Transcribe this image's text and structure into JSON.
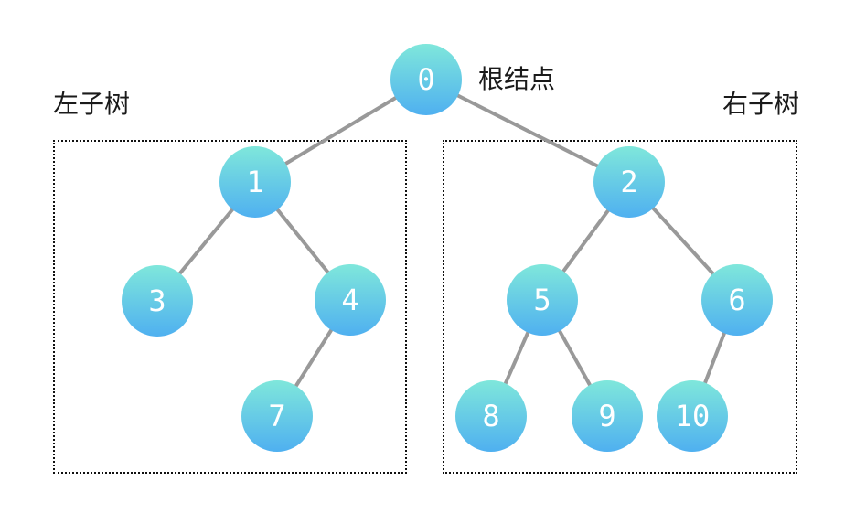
{
  "diagram": {
    "root_annotation": "根结点",
    "left_region_label": "左子树",
    "right_region_label": "右子树"
  },
  "tree": {
    "type": "binary-tree",
    "nodes": [
      {
        "id": "0",
        "label": "0"
      },
      {
        "id": "1",
        "label": "1"
      },
      {
        "id": "2",
        "label": "2"
      },
      {
        "id": "3",
        "label": "3"
      },
      {
        "id": "4",
        "label": "4"
      },
      {
        "id": "5",
        "label": "5"
      },
      {
        "id": "6",
        "label": "6"
      },
      {
        "id": "7",
        "label": "7"
      },
      {
        "id": "8",
        "label": "8"
      },
      {
        "id": "9",
        "label": "9"
      },
      {
        "id": "10",
        "label": "10"
      }
    ],
    "edges": [
      [
        "0",
        "1"
      ],
      [
        "0",
        "2"
      ],
      [
        "1",
        "3"
      ],
      [
        "1",
        "4"
      ],
      [
        "4",
        "7"
      ],
      [
        "2",
        "5"
      ],
      [
        "2",
        "6"
      ],
      [
        "5",
        "8"
      ],
      [
        "5",
        "9"
      ],
      [
        "6",
        "10"
      ]
    ],
    "left_subtree_nodes": [
      "1",
      "3",
      "4",
      "7"
    ],
    "right_subtree_nodes": [
      "2",
      "5",
      "6",
      "8",
      "9",
      "10"
    ]
  },
  "colors": {
    "node_gradient_top": "#7fe7db",
    "node_gradient_bottom": "#4fb0f0",
    "edge": "#999999",
    "box_border": "#111111",
    "node_text": "#ffffff",
    "label_text": "#1a1a1a"
  }
}
